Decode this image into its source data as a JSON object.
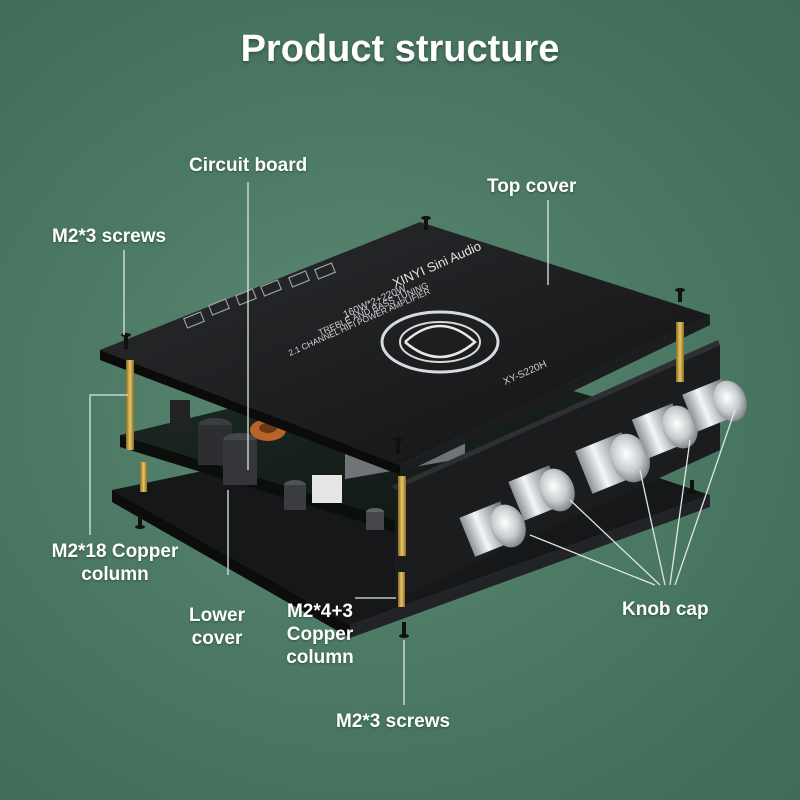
{
  "title": "Product structure",
  "labels": {
    "circuit_board": "Circuit board",
    "top_cover": "Top cover",
    "m23_screws_top": "M2*3 screws",
    "m218_line1": "M2*18 Copper",
    "m218_line2": "column",
    "lower_cover_line1": "Lower",
    "lower_cover_line2": "cover",
    "m243_line1": "M2*4+3",
    "m243_line2": "Copper",
    "m243_line3": "column",
    "knob_cap": "Knob cap",
    "m23_screws_bottom": "M2*3 screws"
  },
  "board_text": {
    "brand": "XINYI Sini Audio",
    "power": "160W*2+220W",
    "tuning": "TREBLE AND BASS TUNING",
    "amp": "2.1 CHANNEL HIFI POWER AMPLIFIER",
    "model": "XY-S220H"
  },
  "colors": {
    "background": "#4c7a65",
    "label_text": "#ffffff",
    "board": "#1a1b1d",
    "copper": "#c9a547",
    "knob": "#d9dcdf"
  }
}
